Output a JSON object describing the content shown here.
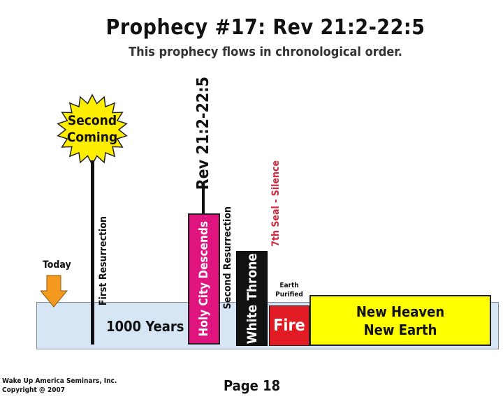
{
  "header": {
    "title": "Prophecy #17:  Rev 21:2-22:5",
    "subtitle": "This prophecy flows in chronological order."
  },
  "timeline": {
    "today": "Today",
    "second_coming": [
      "Second",
      "Coming"
    ],
    "first_resurrection": "First Resurrection",
    "thousand_years": "1000 Years",
    "rev_reference": "Rev 21:2-22:5",
    "holy_city": "Holy City Descends",
    "second_resurrection": "Second Resurrection",
    "white_throne": "White Throne",
    "seventh_seal": "7th Seal - Silence",
    "earth_purified": [
      "Earth",
      "Purified"
    ],
    "fire": "Fire",
    "new_heaven": "New Heaven",
    "new_earth": "New Earth"
  },
  "colors": {
    "band": "#d6e6f5",
    "holy_city": "#e0147f",
    "white_throne": "#111111",
    "fire": "#e01b24",
    "new_heaven": "#ffff00",
    "second_coming": "#ffee00",
    "today_arrow": "#f39a1e",
    "seventh_seal": "#d7263d"
  },
  "footer": {
    "publisher": "Wake Up America Seminars, Inc.",
    "copyright": "Copyright @ 2007",
    "page": "Page 18"
  }
}
